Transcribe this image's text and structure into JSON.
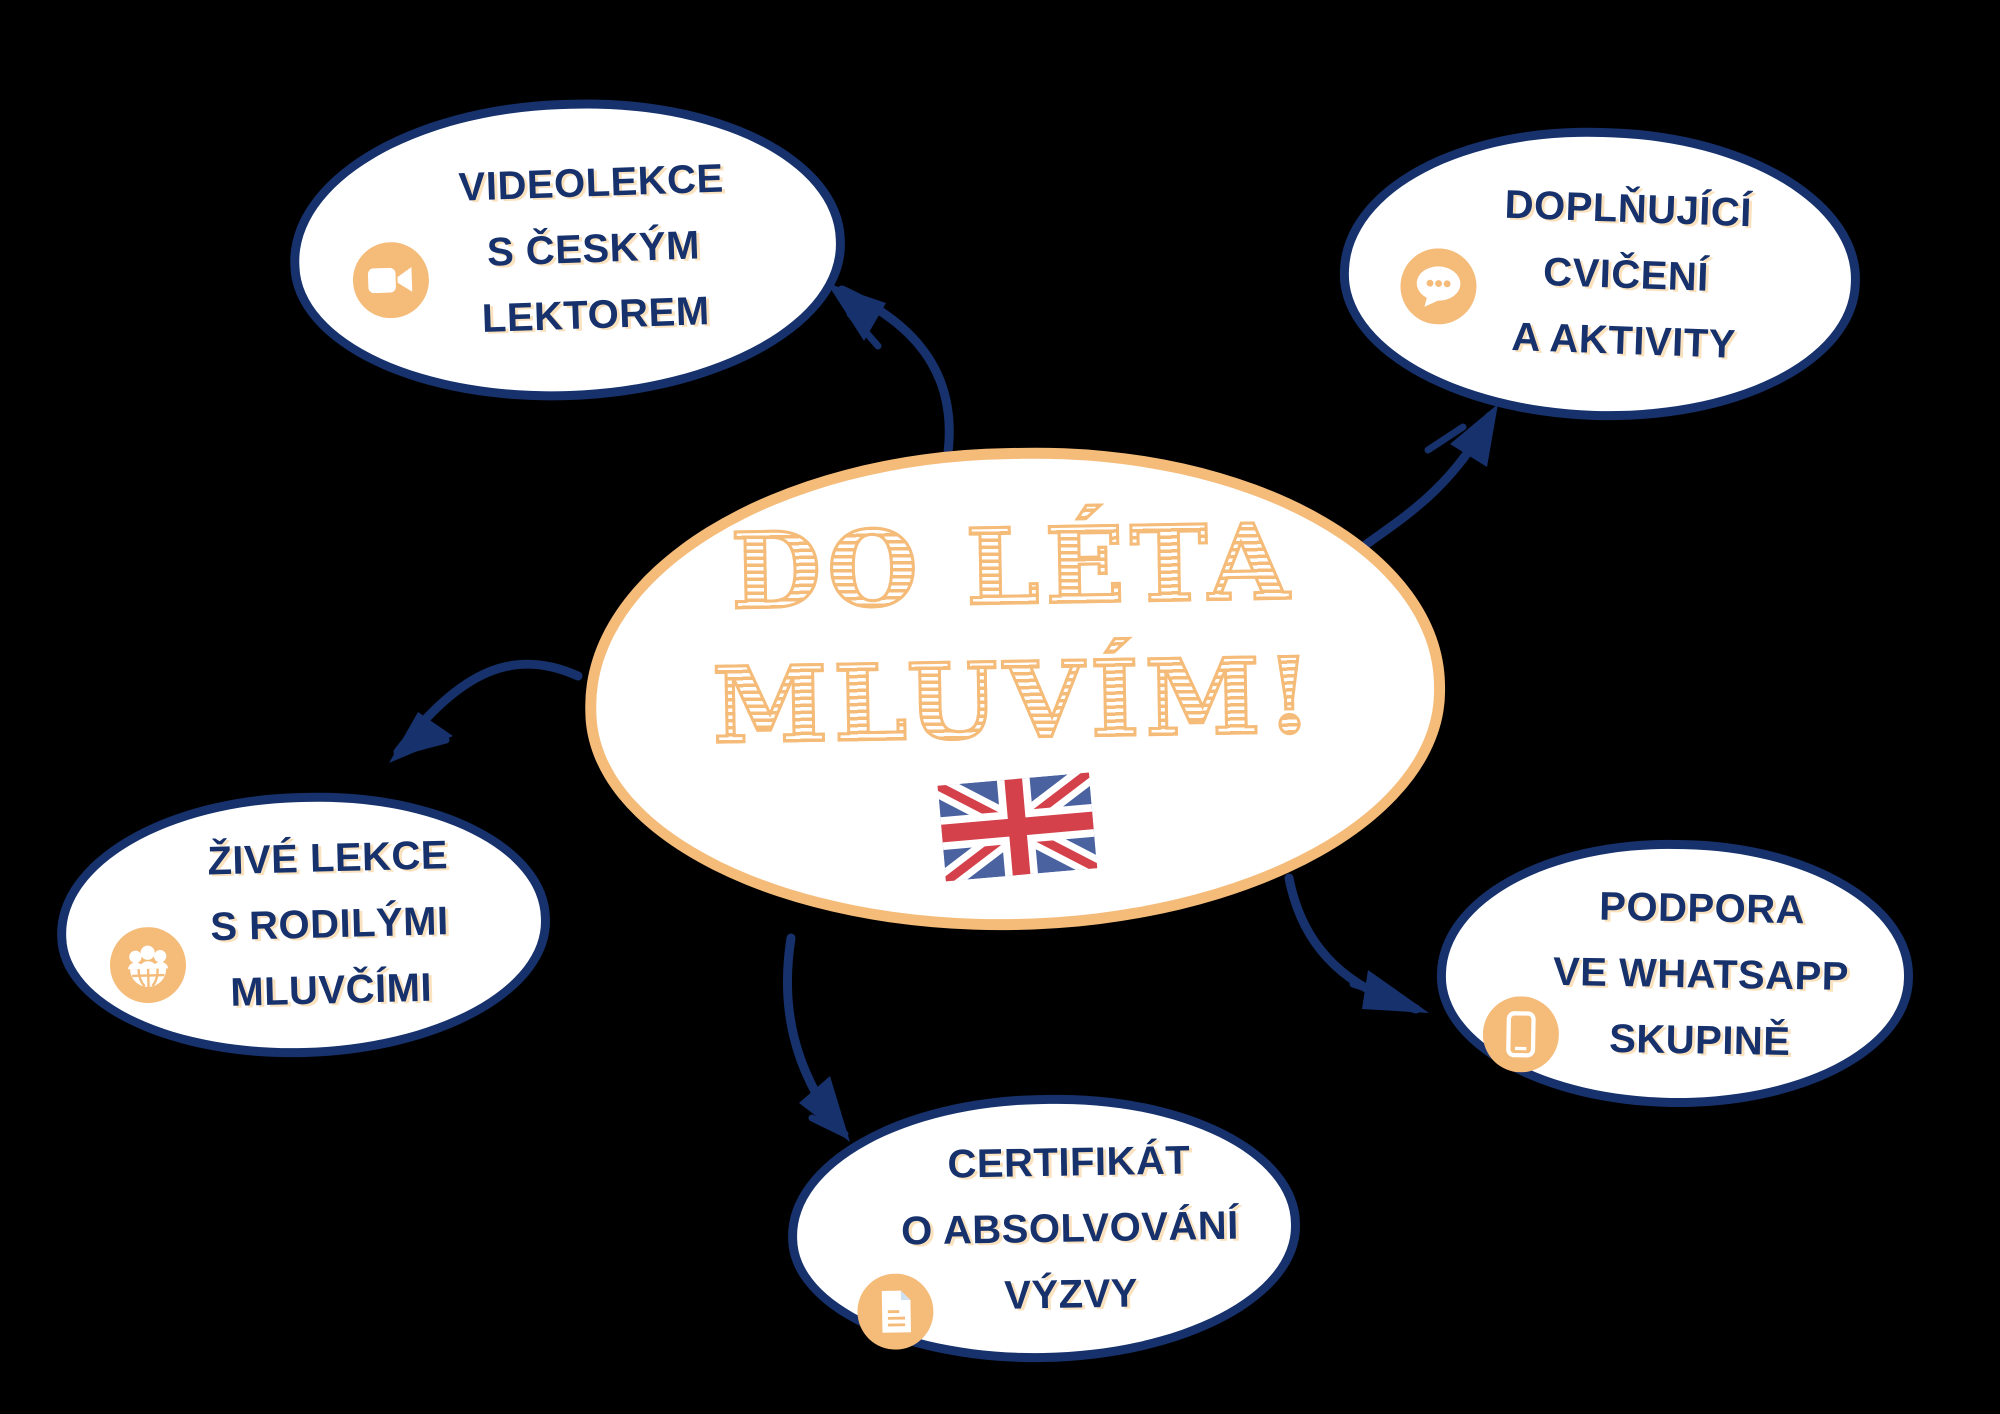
{
  "diagram": {
    "background_color": "#000000",
    "navy_color": "#16316b",
    "orange_color": "#f5bb79",
    "center": {
      "title_line1": "DO LÉTA",
      "title_line2": "MLUVÍM!",
      "icon": "uk-flag-icon"
    },
    "nodes": [
      {
        "id": "videolekce",
        "icon": "video-camera-icon",
        "lines": [
          "VIDEOLEKCE",
          "S ČESKÝM",
          "LEKTOREM"
        ]
      },
      {
        "id": "doplnujici",
        "icon": "chat-bubble-icon",
        "lines": [
          "DOPLŇUJÍCÍ",
          "CVIČENÍ",
          "A AKTIVITY"
        ]
      },
      {
        "id": "zive-lekce",
        "icon": "people-globe-icon",
        "lines": [
          "ŽIVÉ LEKCE",
          "S RODILÝMI",
          "MLUVČÍMI"
        ]
      },
      {
        "id": "podpora",
        "icon": "smartphone-icon",
        "lines": [
          "PODPORA",
          "VE WHATSAPP",
          "SKUPINĚ"
        ]
      },
      {
        "id": "certifikat",
        "icon": "document-icon",
        "lines": [
          "CERTIFIKÁT",
          "O ABSOLVOVÁNÍ",
          "VÝZVY"
        ]
      }
    ]
  }
}
